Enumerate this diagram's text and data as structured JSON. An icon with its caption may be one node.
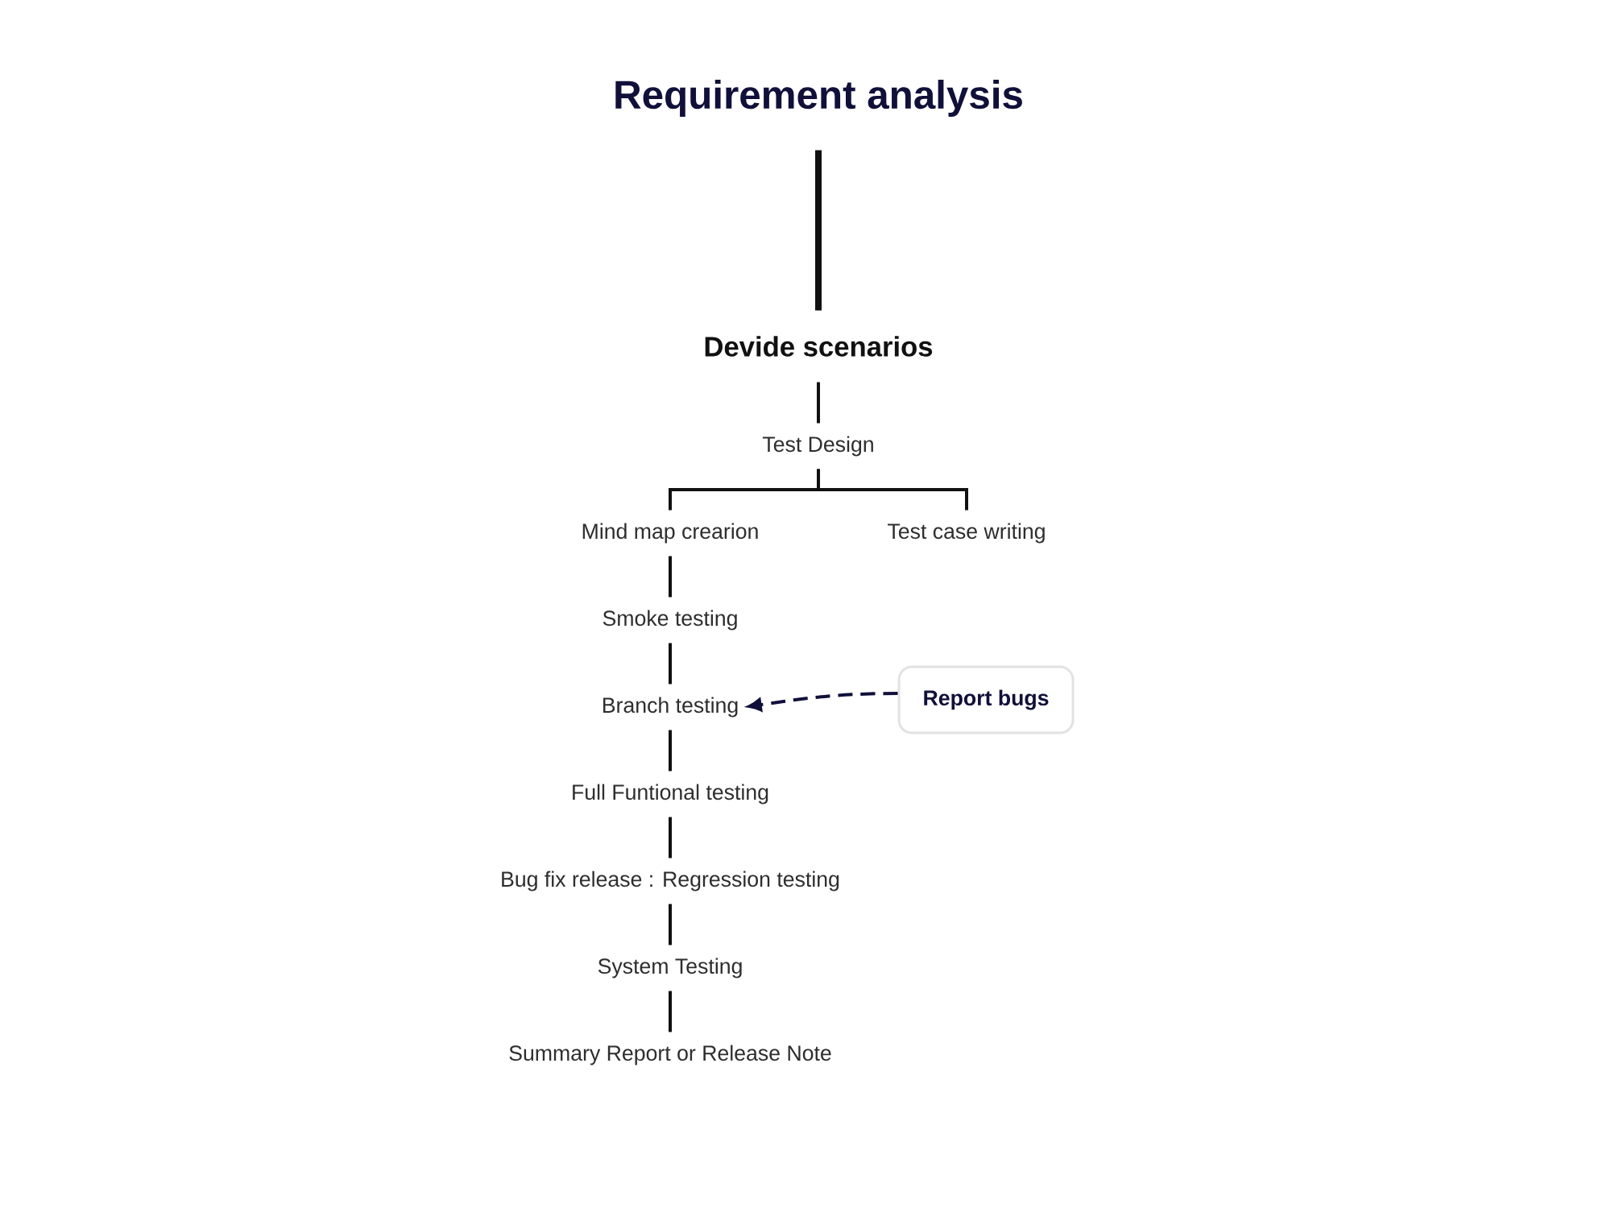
{
  "diagram": {
    "nodes": [
      {
        "text": [
          "Requirement analysis"
        ]
      },
      {
        "text": [
          "Devide scenarios"
        ]
      },
      {
        "text": [
          "Test Design"
        ]
      },
      {
        "text": [
          "Mind map crearion"
        ]
      },
      {
        "text": [
          "Test case writing"
        ]
      },
      {
        "text": [
          "Smoke testing"
        ]
      },
      {
        "text": [
          "Branch testing"
        ]
      },
      {
        "text": [
          "Full Funtional testing"
        ]
      },
      {
        "text": [
          "Bug fix release : Regression testing"
        ]
      },
      {
        "text": [
          "System Testing"
        ]
      },
      {
        "text": [
          "Summary Report or Release Note"
        ]
      },
      {
        "text": [
          "Report bugs"
        ]
      }
    ],
    "edges": [
      {
        "from": 0,
        "to": 1,
        "arrow": "none",
        "style": "thick"
      },
      {
        "from": 1,
        "to": 2,
        "arrow": "none"
      },
      {
        "from": 2,
        "to": 3,
        "arrow": "none"
      },
      {
        "from": 2,
        "to": 4,
        "arrow": "none"
      },
      {
        "from": 3,
        "to": 5,
        "arrow": "none"
      },
      {
        "from": 5,
        "to": 6,
        "arrow": "none"
      },
      {
        "from": 6,
        "to": 7,
        "arrow": "none"
      },
      {
        "from": 7,
        "to": 8,
        "arrow": "none"
      },
      {
        "from": 8,
        "to": 9,
        "arrow": "none"
      },
      {
        "from": 9,
        "to": 10,
        "arrow": "none"
      },
      {
        "from": 11,
        "to": 6,
        "arrow": "to",
        "style": "dashed",
        "color": "#10103a"
      }
    ]
  }
}
